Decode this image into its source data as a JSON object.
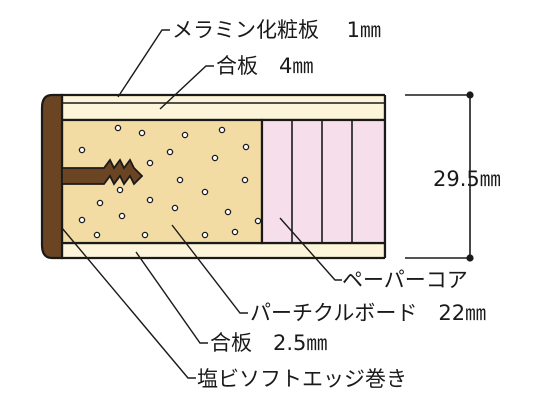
{
  "labels": {
    "melamine": "メラミン化粧板　 1㎜",
    "plywood_top": "合板　4㎜",
    "thickness": "29.5㎜",
    "paper_core": "ペーパーコア",
    "particle_board": "パーチクルボード　22㎜",
    "plywood_bottom": "合板　2.5㎜",
    "pvc_edge": "塩ビソフトエッジ巻き"
  },
  "colors": {
    "melamine_layer": "#fbf3d8",
    "plywood_layer": "#fdf5d9",
    "particle_board": "#f2dca4",
    "paper_core": "#f6dfea",
    "pvc_edge": "#6b4423",
    "outline": "#1a1a1a"
  }
}
